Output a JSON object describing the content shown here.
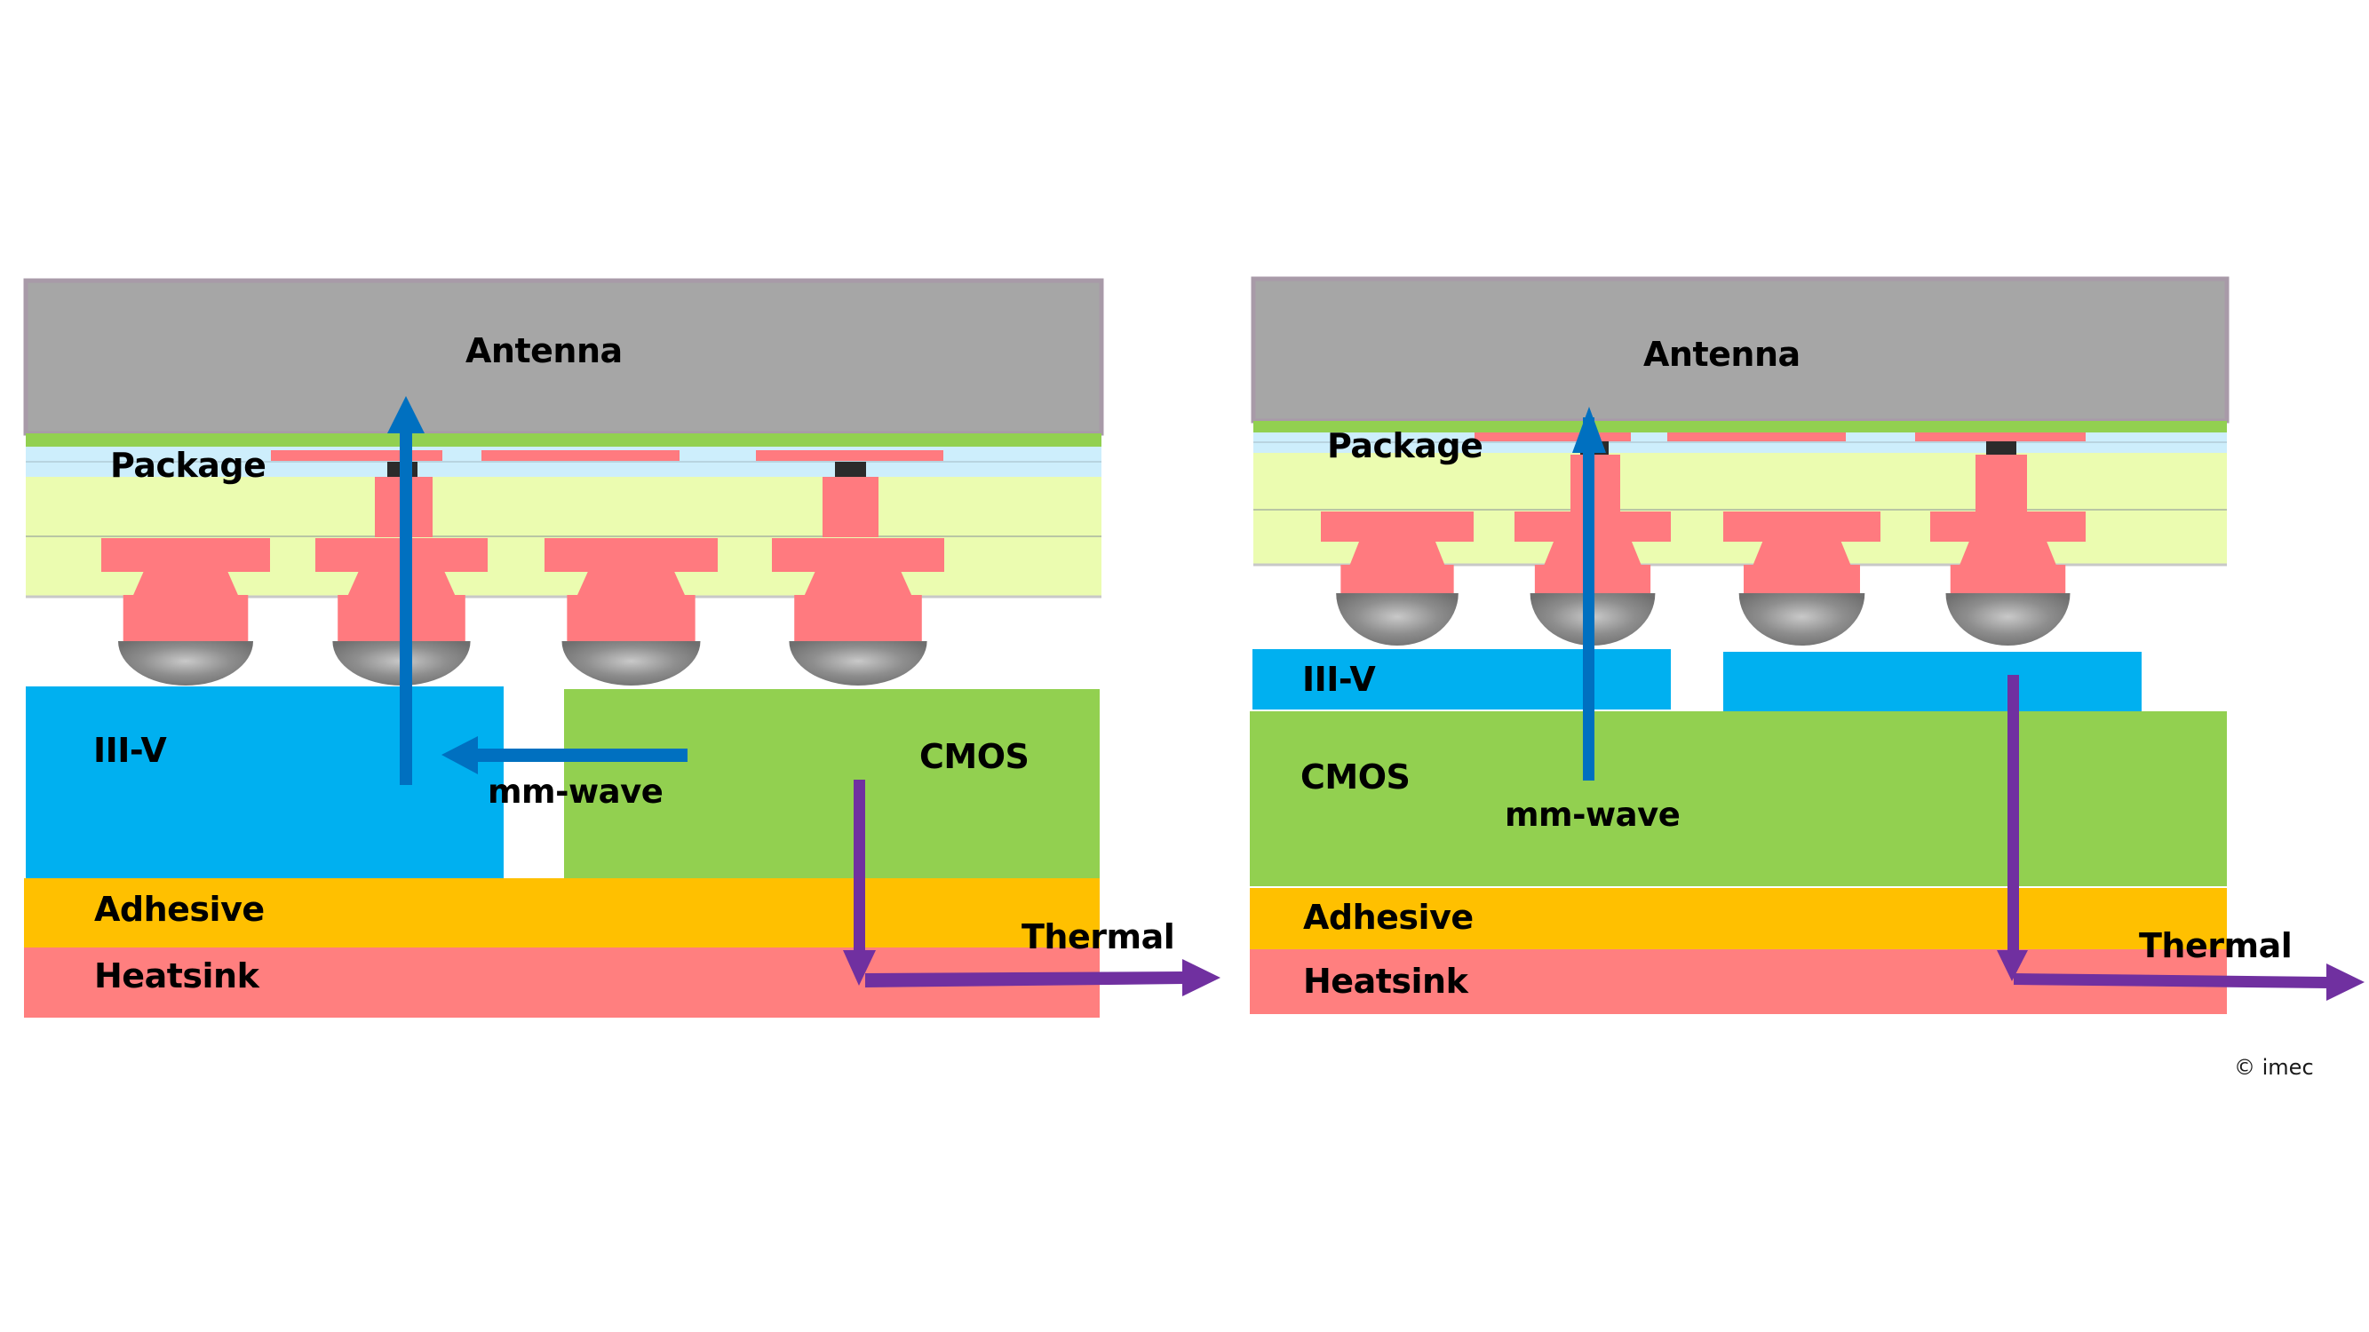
{
  "figure": {
    "credit": "© imec",
    "colors": {
      "antenna": "#a6a6a6",
      "antenna_border": "#a89aa8",
      "green_layer": "#92d050",
      "light_blue_layer": "#cdeefc",
      "package_yellow": "#ebfcb0",
      "copper_red": "#ff7a7f",
      "via_black": "#2b2b2b",
      "solder_ball": "#8a8a8a",
      "iii_v": "#00b0f0",
      "cmos": "#92d050",
      "adhesive": "#ffc000",
      "heatsink": "#ff7f7f",
      "mmwave_arrow": "#0070c0",
      "thermal_arrow": "#7030a0"
    }
  },
  "left_diagram": {
    "antenna_label": "Antenna",
    "package_label": "Package",
    "iii_v_label": "III-V",
    "cmos_label": "CMOS",
    "mmwave_label": "mm-wave",
    "adhesive_label": "Adhesive",
    "heatsink_label": "Heatsink",
    "thermal_label": "Thermal"
  },
  "right_diagram": {
    "antenna_label": "Antenna",
    "package_label": "Package",
    "iii_v_label": "III-V",
    "cmos_label": "CMOS",
    "mmwave_label": "mm-wave",
    "adhesive_label": "Adhesive",
    "heatsink_label": "Heatsink",
    "thermal_label": "Thermal"
  }
}
